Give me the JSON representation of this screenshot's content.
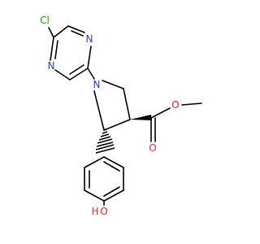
{
  "molecule": {
    "atoms": [
      {
        "symbol": "Cl",
        "color": "#1faa00"
      },
      {
        "symbol": "N",
        "color": "#1f3fff"
      },
      {
        "symbol": "N",
        "color": "#1f3fff"
      },
      {
        "symbol": "N",
        "color": "#1f3fff"
      },
      {
        "symbol": "O",
        "color": "#ff1a1a"
      },
      {
        "symbol": "O",
        "color": "#ff1a1a"
      },
      {
        "symbol": "O",
        "color": "#ff1a1a"
      },
      {
        "symbol": "H",
        "color": "#ff1a1a"
      }
    ]
  }
}
